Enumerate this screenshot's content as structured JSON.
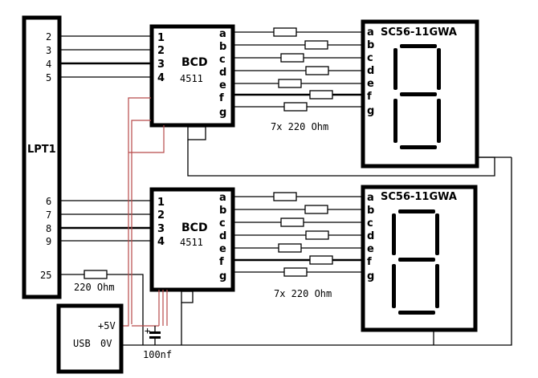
{
  "lpt": {
    "label": "LPT1",
    "pins_top": [
      "2",
      "3",
      "4",
      "5"
    ],
    "pins_bottom": [
      "6",
      "7",
      "8",
      "9"
    ],
    "pin_25": "25"
  },
  "bcd": {
    "label": "BCD",
    "part": "4511",
    "inputs": [
      "1",
      "2",
      "3",
      "4"
    ],
    "outputs": [
      "a",
      "b",
      "c",
      "d",
      "e",
      "f",
      "g"
    ]
  },
  "display": {
    "part": "SC56-11GWA",
    "inputs": [
      "a",
      "b",
      "c",
      "d",
      "e",
      "f",
      "g"
    ]
  },
  "resistors": {
    "array_label": "7x 220 Ohm",
    "single_label": "220 Ohm"
  },
  "usb": {
    "label": "USB",
    "plus": "+5V",
    "zero": "0V"
  },
  "capacitor": {
    "label": "100nf",
    "polarity": "+"
  }
}
